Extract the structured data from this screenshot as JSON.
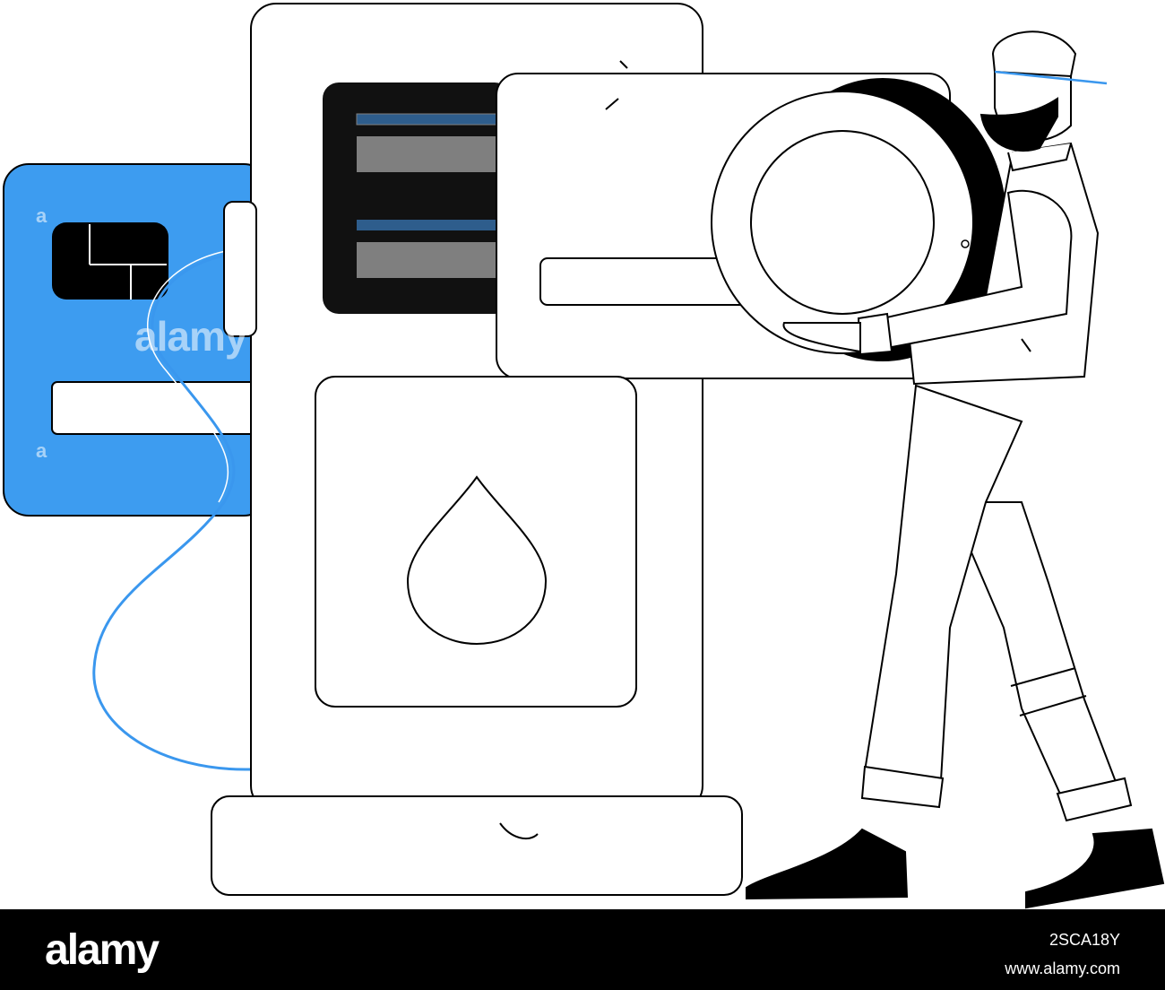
{
  "watermark": {
    "center_text": "alamy",
    "corner_a_top": "a",
    "corner_a_bottom": "a"
  },
  "footer": {
    "logo": "alamy",
    "image_id": "2SCA18Y",
    "url": "www.alamy.com"
  },
  "colors": {
    "card_blue": "#3d9cf0",
    "cable_blue": "#3a97ee",
    "outline": "#000000",
    "screen_black": "#111111",
    "screen_bar_gray": "#7f7f7f",
    "screen_bar_blue": "#2e5d8c",
    "footer_bg": "#000000"
  },
  "icons": [
    "credit-card",
    "card-chip",
    "fuel-pump",
    "fuel-drop-icon",
    "tire",
    "mechanic-person",
    "charging-cable"
  ]
}
